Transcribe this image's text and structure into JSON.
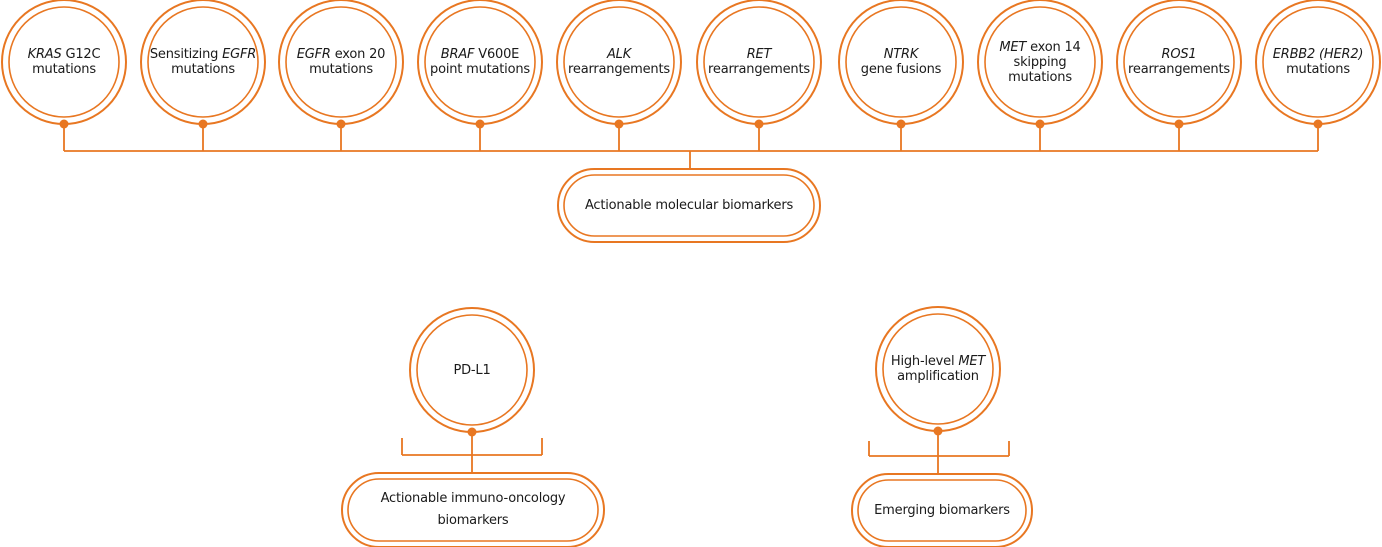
{
  "colors": {
    "accent": "#E87722",
    "text": "#1a1a1a",
    "background": "#ffffff"
  },
  "groups": [
    {
      "id": "actionable-molecular",
      "label": "Actionable molecular biomarkers",
      "nodes": [
        {
          "id": "kras",
          "lines": [
            [
              {
                "t": "KRAS",
                "i": true
              },
              {
                "t": " G12C"
              }
            ],
            [
              {
                "t": "mutations"
              }
            ]
          ]
        },
        {
          "id": "egfr-sensitizing",
          "lines": [
            [
              {
                "t": "Sensitizing "
              },
              {
                "t": "EGFR",
                "i": true
              }
            ],
            [
              {
                "t": "mutations"
              }
            ]
          ]
        },
        {
          "id": "egfr-exon20",
          "lines": [
            [
              {
                "t": "EGFR",
                "i": true
              },
              {
                "t": " exon 20"
              }
            ],
            [
              {
                "t": "mutations"
              }
            ]
          ]
        },
        {
          "id": "braf",
          "lines": [
            [
              {
                "t": "BRAF",
                "i": true
              },
              {
                "t": " V600E"
              }
            ],
            [
              {
                "t": "point mutations"
              }
            ]
          ]
        },
        {
          "id": "alk",
          "lines": [
            [
              {
                "t": "ALK",
                "i": true
              }
            ],
            [
              {
                "t": "rearrangements"
              }
            ]
          ]
        },
        {
          "id": "ret",
          "lines": [
            [
              {
                "t": "RET",
                "i": true
              }
            ],
            [
              {
                "t": "rearrangements"
              }
            ]
          ]
        },
        {
          "id": "ntrk",
          "lines": [
            [
              {
                "t": "NTRK",
                "i": true
              }
            ],
            [
              {
                "t": "gene fusions"
              }
            ]
          ]
        },
        {
          "id": "met-exon14",
          "lines": [
            [
              {
                "t": "MET",
                "i": true
              },
              {
                "t": " exon 14"
              }
            ],
            [
              {
                "t": "skipping"
              }
            ],
            [
              {
                "t": "mutations"
              }
            ]
          ]
        },
        {
          "id": "ros1",
          "lines": [
            [
              {
                "t": "ROS1",
                "i": true
              }
            ],
            [
              {
                "t": "rearrangements"
              }
            ]
          ]
        },
        {
          "id": "erbb2",
          "lines": [
            [
              {
                "t": "ERBB2 (HER2)",
                "i": true
              }
            ],
            [
              {
                "t": "mutations"
              }
            ]
          ]
        }
      ]
    },
    {
      "id": "actionable-immuno",
      "label_lines": [
        "Actionable immuno-oncology",
        "biomarkers"
      ],
      "nodes": [
        {
          "id": "pdl1",
          "lines": [
            [
              {
                "t": "PD-L1"
              }
            ]
          ]
        }
      ]
    },
    {
      "id": "emerging",
      "label": "Emerging biomarkers",
      "nodes": [
        {
          "id": "met-amp",
          "lines": [
            [
              {
                "t": "High-level "
              },
              {
                "t": "MET",
                "i": true
              }
            ],
            [
              {
                "t": "amplification"
              }
            ]
          ]
        }
      ]
    }
  ]
}
